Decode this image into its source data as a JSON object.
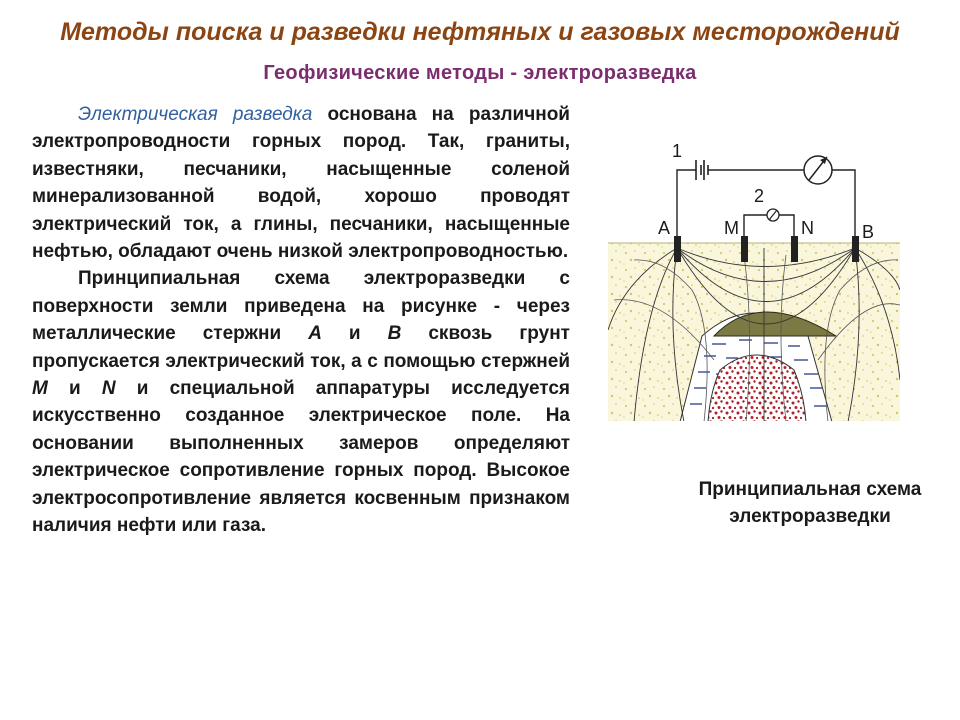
{
  "header": {
    "title": "Методы поиска и разведки нефтяных и газовых месторождений",
    "subtitle": "Геофизические методы - электроразведка"
  },
  "paragraph1": {
    "term": "Электрическая разведка",
    "text": " основана на различной электропроводности горных пород. Так, граниты, известняки, песчаники, насыщенные соленой минерализованной водой, хорошо проводят электрический ток, а глины, песчаники, насыщенные нефтью, обладают очень низкой электропроводностью."
  },
  "paragraph2": {
    "text_a": "Принципиальная схема электроразведки с поверхности земли приведена на рисунке - через металлические стержни ",
    "A": "А",
    "and1": " и ",
    "B": "В",
    "text_b": " сквозь грунт пропускается электрический ток, а с помощью стержней ",
    "M": "М",
    "and2": " и ",
    "N": "N",
    "text_c": " и специальной аппаратуры исследуется искусственно созданное электрическое поле. На основании выполненных замеров определяют электрическое сопротивление горных пород. Высокое электросопротивление является косвенным признаком наличия нефти или газа."
  },
  "diagram": {
    "label_1": "1",
    "label_2": "2",
    "label_A": "A",
    "label_M": "M",
    "label_N": "N",
    "label_B": "B"
  },
  "caption": {
    "line1": "Принципиальная схема",
    "line2": "электроразведки"
  }
}
